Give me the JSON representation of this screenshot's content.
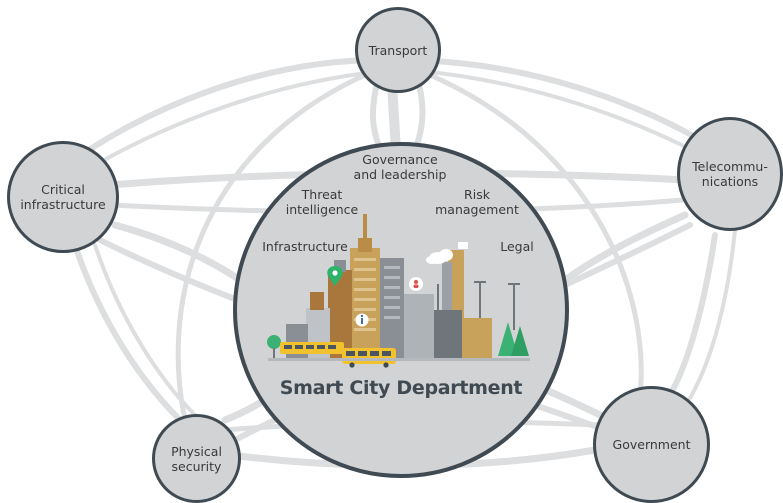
{
  "diagram": {
    "center": {
      "title": "Smart City Department",
      "functions": {
        "governance": "Governance\nand leadership",
        "threat": "Threat\nintelligence",
        "risk": "Risk\nmanagement",
        "infrastructure": "Infrastructure",
        "legal": "Legal"
      }
    },
    "nodes": {
      "transport": "Transport",
      "critical_infrastructure": "Critical\ninfrastructure",
      "telecommunications": "Telecommu-\nnications",
      "physical_security": "Physical\nsecurity",
      "government": "Government"
    }
  },
  "colors": {
    "node_fill": "#d2d3d4",
    "node_border": "#3f4a52",
    "link": "#dcdedf",
    "building_gold": "#c8a15a",
    "bus_yellow": "#f2c22e",
    "tree_green": "#3bb273",
    "pin_green": "#2fb36b"
  },
  "icons": [
    "location-pin-icon",
    "person-pin-icon",
    "info-pin-icon",
    "cloud-icon"
  ]
}
